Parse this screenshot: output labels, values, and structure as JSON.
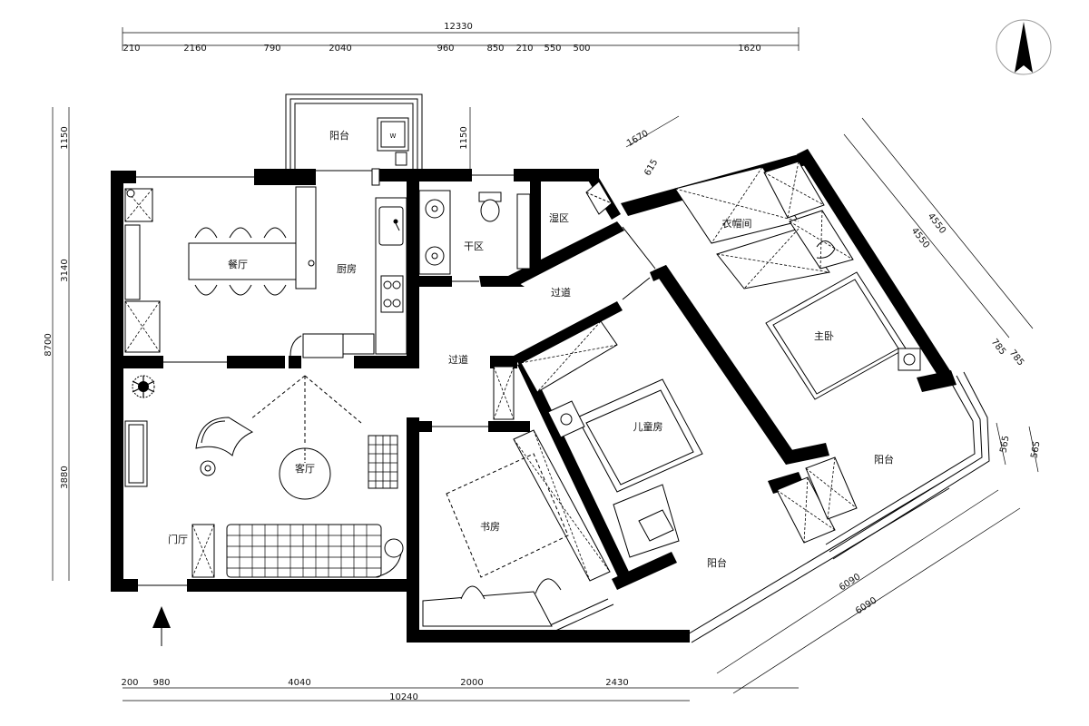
{
  "rooms": {
    "balcony_top": "阳台",
    "dining": "餐厅",
    "kitchen": "厨房",
    "dry_area": "干区",
    "wet_area": "湿区",
    "cloakroom": "衣帽间",
    "corridor_1": "过道",
    "corridor_2": "过道",
    "master_bedroom": "主卧",
    "kids_room": "儿童房",
    "study": "书房",
    "living_room": "客厅",
    "foyer": "门厅",
    "balcony_right": "阳台",
    "balcony_bottom": "阳台"
  },
  "dimensions": {
    "top_total": "12330",
    "top_segments": [
      "210",
      "2160",
      "790",
      "2040",
      "960",
      "850",
      "210",
      "550",
      "500",
      "1620"
    ],
    "bottom_segments": [
      "200",
      "980",
      "4040",
      "2000",
      "2430"
    ],
    "bottom_total": "10240",
    "left_segments": [
      "1150",
      "3140",
      "3880"
    ],
    "left_total": "8700",
    "balcony_depth": "1150",
    "diag_top": "1670",
    "diag_small": "615",
    "right_long_a": "4550",
    "right_long_b": "4550",
    "right_small_a": "785",
    "right_small_b": "785",
    "right_tiny_a": "565",
    "right_tiny_b": "565",
    "bottom_diag_a": "6090",
    "bottom_diag_b": "6090"
  },
  "compass_icon": "north-arrow-icon",
  "entrance_icon": "entrance-arrow-icon"
}
